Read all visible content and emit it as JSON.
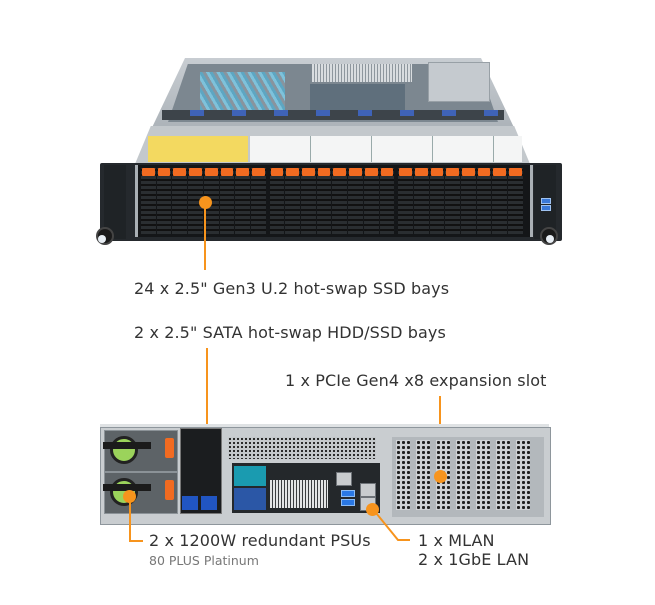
{
  "product": {
    "front_view_alt": "2U rack server front view with 24 hot-swap drive bays",
    "rear_view_alt": "2U rack server rear view"
  },
  "callouts": {
    "front_bays": "24 x 2.5\" Gen3 U.2 hot-swap SSD bays",
    "sata_bays": "2 x 2.5\" SATA hot-swap HDD/SSD bays",
    "pcie_slot": "1 x PCIe Gen4 x8 expansion slot",
    "psu_main": "2 x 1200W redundant PSUs",
    "psu_sub": "80 PLUS Platinum",
    "lan_line1": "1 x MLAN",
    "lan_line2": "2 x 1GbE LAN"
  },
  "colors": {
    "accent_orange": "#f7941d",
    "drive_latch_orange": "#f26b21",
    "text_main": "#333333",
    "text_sub": "#777777"
  },
  "front": {
    "bay_count": 24
  }
}
